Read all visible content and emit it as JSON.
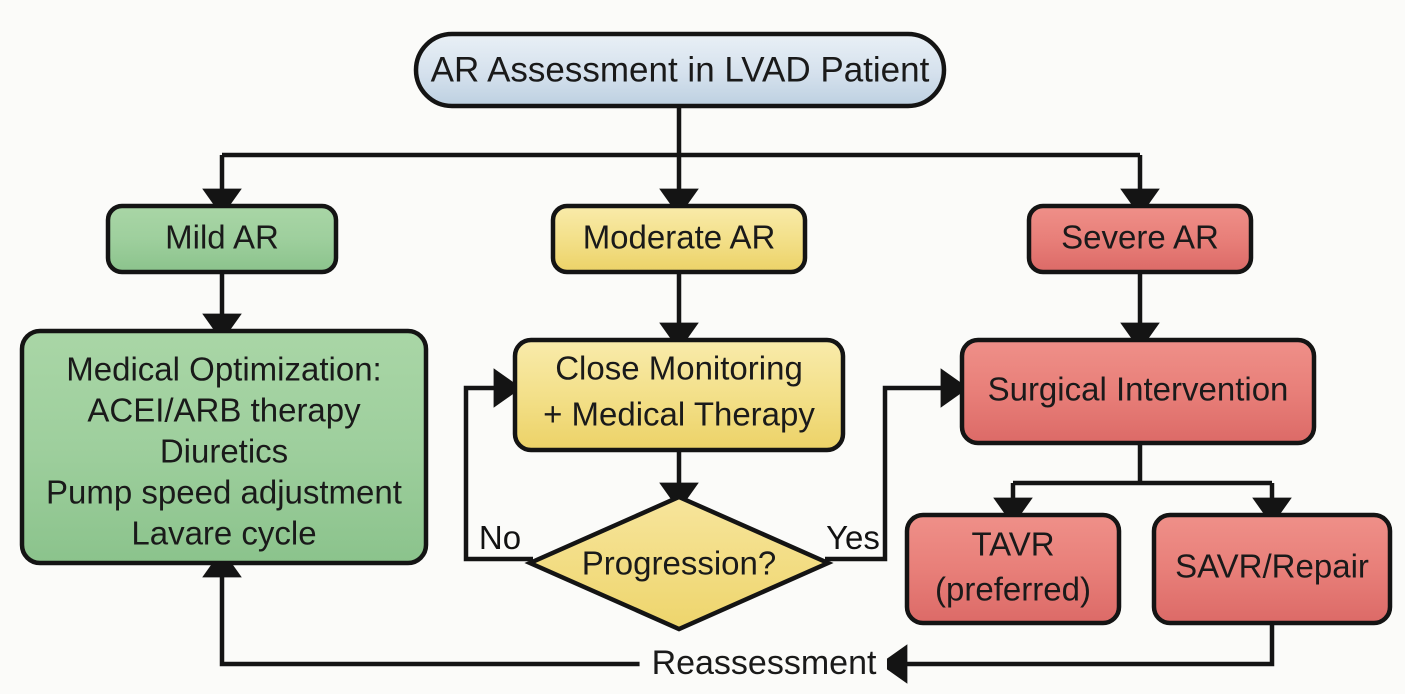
{
  "chart_data": {
    "type": "diagram",
    "diagram_type": "flowchart",
    "title": "AR Assessment in LVAD Patient",
    "orientation": "top-down",
    "nodes": [
      {
        "id": "root",
        "label": "AR Assessment in LVAD Patient",
        "shape": "pill",
        "color": "#ccdcea"
      },
      {
        "id": "mild",
        "label": "Mild AR",
        "shape": "rounded-rect",
        "color": "#9ccf9c"
      },
      {
        "id": "moderate",
        "label": "Moderate AR",
        "shape": "rounded-rect",
        "color": "#f2dd78"
      },
      {
        "id": "severe",
        "label": "Severe AR",
        "shape": "rounded-rect",
        "color": "#e87b7b"
      },
      {
        "id": "medical",
        "label": "Medical Optimization:",
        "shape": "rounded-rect",
        "color": "#9ccf9c"
      },
      {
        "id": "monitoring",
        "label": "Close Monitoring",
        "shape": "rounded-rect",
        "color": "#f2dd78"
      },
      {
        "id": "surgical",
        "label": "Surgical Intervention",
        "shape": "rounded-rect",
        "color": "#e87b7b"
      },
      {
        "id": "progression",
        "label": "Progression?",
        "shape": "diamond",
        "color": "#f2dd78"
      },
      {
        "id": "tavr",
        "label": "TAVR (preferred)",
        "shape": "rounded-rect",
        "color": "#e8847f"
      },
      {
        "id": "savr",
        "label": "SAVR/Repair",
        "shape": "rounded-rect",
        "color": "#e8847f"
      },
      {
        "id": "reassessment",
        "label": "Reassessment",
        "shape": "label",
        "color": "none"
      }
    ],
    "edges": [
      {
        "from": "root",
        "to": "mild",
        "label": ""
      },
      {
        "from": "root",
        "to": "moderate",
        "label": ""
      },
      {
        "from": "root",
        "to": "severe",
        "label": ""
      },
      {
        "from": "mild",
        "to": "medical",
        "label": ""
      },
      {
        "from": "moderate",
        "to": "monitoring",
        "label": ""
      },
      {
        "from": "severe",
        "to": "surgical",
        "label": ""
      },
      {
        "from": "monitoring",
        "to": "progression",
        "label": ""
      },
      {
        "from": "progression",
        "to": "monitoring",
        "label": "No"
      },
      {
        "from": "progression",
        "to": "surgical",
        "label": "Yes"
      },
      {
        "from": "surgical",
        "to": "tavr",
        "label": ""
      },
      {
        "from": "surgical",
        "to": "savr",
        "label": ""
      },
      {
        "from": "savr",
        "to": "reassessment",
        "label": ""
      },
      {
        "from": "reassessment",
        "to": "medical",
        "label": ""
      }
    ]
  },
  "flowchart": {
    "root": {
      "label": "AR Assessment in LVAD Patient"
    },
    "branches": {
      "mild": "Mild AR",
      "moderate": "Moderate AR",
      "severe": "Severe AR"
    },
    "medical": {
      "line1": "Medical Optimization:",
      "line2": "ACEI/ARB therapy",
      "line3": "Diuretics",
      "line4": "Pump speed adjustment",
      "line5": "Lavare cycle"
    },
    "monitoring": {
      "line1": "Close Monitoring",
      "line2": "+ Medical Therapy"
    },
    "decision": {
      "label": "Progression?",
      "no_label": "No",
      "yes_label": "Yes"
    },
    "surgical": {
      "label": "Surgical Intervention"
    },
    "tavr": {
      "line1": "TAVR",
      "line2": "(preferred)"
    },
    "savr": {
      "label": "SAVR/Repair"
    },
    "feedback": {
      "label": "Reassessment"
    }
  },
  "colors": {
    "root_fill_top": "#e7eef5",
    "root_fill_bottom": "#c3d4e4",
    "green_top": "#a9d6a6",
    "green_bottom": "#8cc48d",
    "yellow_top": "#f8e79a",
    "yellow_bottom": "#edd46a",
    "red_top": "#ed8a83",
    "red_bottom": "#de6b67",
    "stroke": "#141414",
    "background": "#fbfbf9"
  }
}
